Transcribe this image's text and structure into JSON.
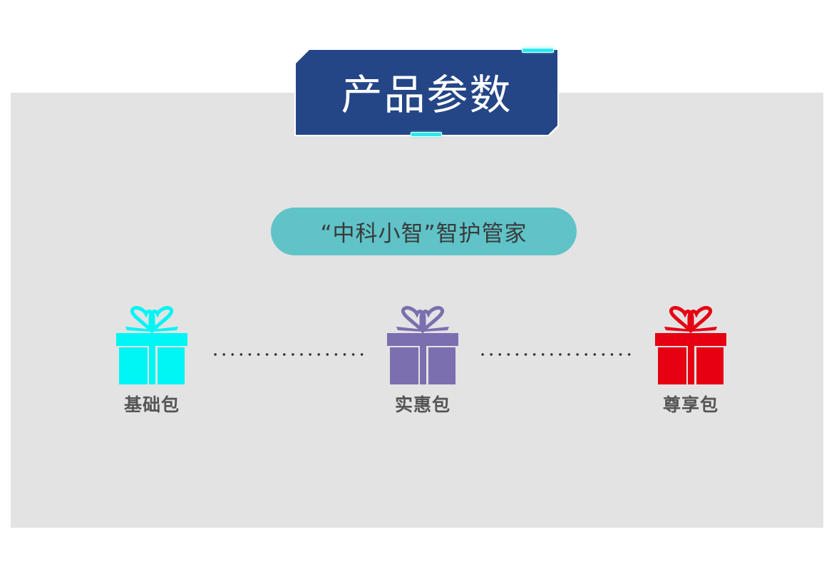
{
  "header": {
    "title": "产品参数",
    "banner_color": "#244686",
    "accent_color": "#2de8ee"
  },
  "product": {
    "name": "“中科小智”智护管家",
    "pill_color": "#5fc3c8"
  },
  "packages": [
    {
      "label": "基础包",
      "icon": "gift-icon",
      "color": "#00f5f5"
    },
    {
      "label": "实惠包",
      "icon": "gift-icon",
      "color": "#7b6fb0"
    },
    {
      "label": "尊享包",
      "icon": "gift-icon",
      "color": "#e60012"
    }
  ],
  "connectors": [
    {
      "style": "dotted",
      "dots": 18
    },
    {
      "style": "dotted",
      "dots": 18
    }
  ],
  "panel": {
    "background": "#e3e3e3"
  }
}
